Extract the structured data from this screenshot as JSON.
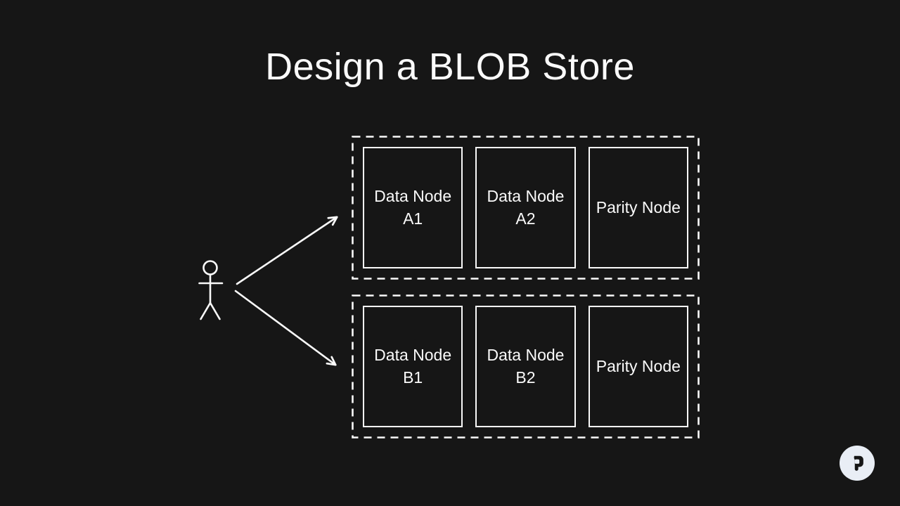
{
  "page": {
    "title": "Design a BLOB Store",
    "background_color": "#161616",
    "foreground_color": "#FAFAFA"
  },
  "diagram": {
    "actor_icon": "stick-figure-user-icon",
    "arrows": [
      {
        "name": "arrow-to-group-a",
        "direction": "up-right"
      },
      {
        "name": "arrow-to-group-b",
        "direction": "down-right"
      }
    ],
    "groups": [
      {
        "nodes": [
          {
            "label": "Data Node\nA1"
          },
          {
            "label": "Data Node\nA2"
          },
          {
            "label": "Parity Node"
          }
        ]
      },
      {
        "nodes": [
          {
            "label": "Data Node\nB1"
          },
          {
            "label": "Data Node\nB2"
          },
          {
            "label": "Parity Node"
          }
        ]
      }
    ]
  },
  "watermark": {
    "icon": "p-logo-icon",
    "circle_color": "#E9EEF5",
    "glyph_color": "#161616"
  }
}
